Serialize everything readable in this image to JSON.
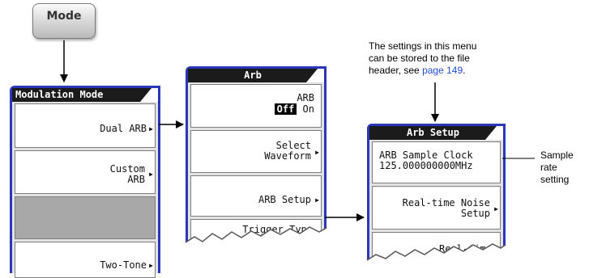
{
  "mode_key": {
    "label": "Mode"
  },
  "modulation_menu": {
    "title": "Modulation Mode",
    "keys": [
      {
        "label": "Dual ARB"
      },
      {
        "label": "Custom ARB"
      },
      {
        "label": ""
      },
      {
        "label": "Two-Tone"
      }
    ]
  },
  "arb_menu": {
    "title": "Arb",
    "arb_toggle": {
      "label": "ARB",
      "off": "Off",
      "on": "On"
    },
    "select_waveform": {
      "line1": "Select",
      "line2": "Waveform"
    },
    "arb_setup": "ARB Setup",
    "trigger_type": "Trigger Type"
  },
  "arb_setup_menu": {
    "title": "Arb Setup",
    "sample_clock": {
      "line1": "ARB Sample Clock",
      "line2": "125.000000000MHz"
    },
    "realtime_noise_setup": {
      "line1": "Real-time Noise",
      "line2": "Setup"
    },
    "realtime_noise_partial": "Real-time"
  },
  "annotations": {
    "settings_note": {
      "line1": "The settings in this menu",
      "line2": "can be stored to the file",
      "line3_prefix": "header, see ",
      "link": "page 149",
      "line3_suffix": "."
    },
    "sample_rate_note": {
      "line1": "Sample",
      "line2": "rate",
      "line3": "setting"
    }
  },
  "colors": {
    "panel_border": "#2c36b8",
    "link": "#1f4fd8",
    "title_bar": "#1b1b1b"
  }
}
